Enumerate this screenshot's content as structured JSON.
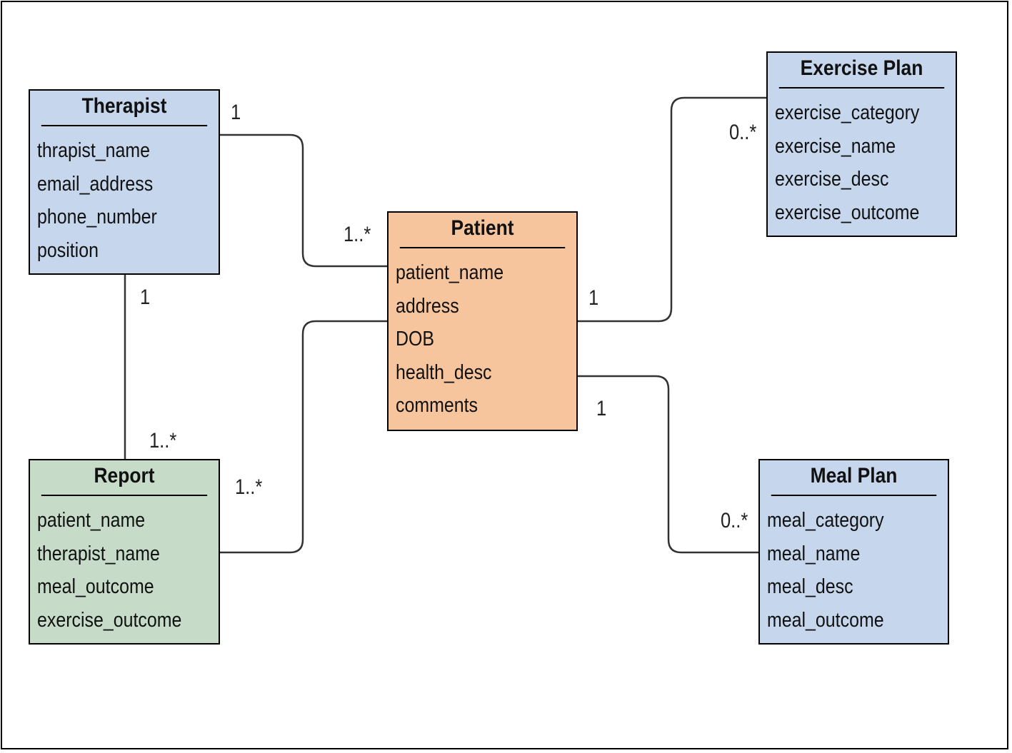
{
  "entities": {
    "therapist": {
      "title": "Therapist",
      "attributes": [
        "thrapist_name",
        "email_address",
        "phone_number",
        "position"
      ],
      "color": "#c6d6ec"
    },
    "patient": {
      "title": "Patient",
      "attributes": [
        "patient_name",
        "address",
        "DOB",
        "health_desc",
        "comments"
      ],
      "color": "#f7c59d"
    },
    "exercise_plan": {
      "title": "Exercise Plan",
      "attributes": [
        "exercise_category",
        "exercise_name",
        "exercise_desc",
        "exercise_outcome"
      ],
      "color": "#c6d6ec"
    },
    "report": {
      "title": "Report",
      "attributes": [
        "patient_name",
        "therapist_name",
        "meal_outcome",
        "exercise_outcome"
      ],
      "color": "#c6dcc9"
    },
    "meal_plan": {
      "title": "Meal Plan",
      "attributes": [
        "meal_category",
        "meal_name",
        "meal_desc",
        "meal_outcome"
      ],
      "color": "#c6d6ec"
    }
  },
  "relationships": [
    {
      "from": "therapist",
      "to": "patient",
      "from_mult": "1",
      "to_mult": "1..*"
    },
    {
      "from": "therapist",
      "to": "report",
      "from_mult": "1",
      "to_mult": "1..*"
    },
    {
      "from": "report",
      "to": "patient",
      "from_mult": "1..*",
      "to_mult": ""
    },
    {
      "from": "patient",
      "to": "exercise_plan",
      "from_mult": "1",
      "to_mult": "0..*"
    },
    {
      "from": "patient",
      "to": "meal_plan",
      "from_mult": "1",
      "to_mult": "0..*"
    }
  ]
}
